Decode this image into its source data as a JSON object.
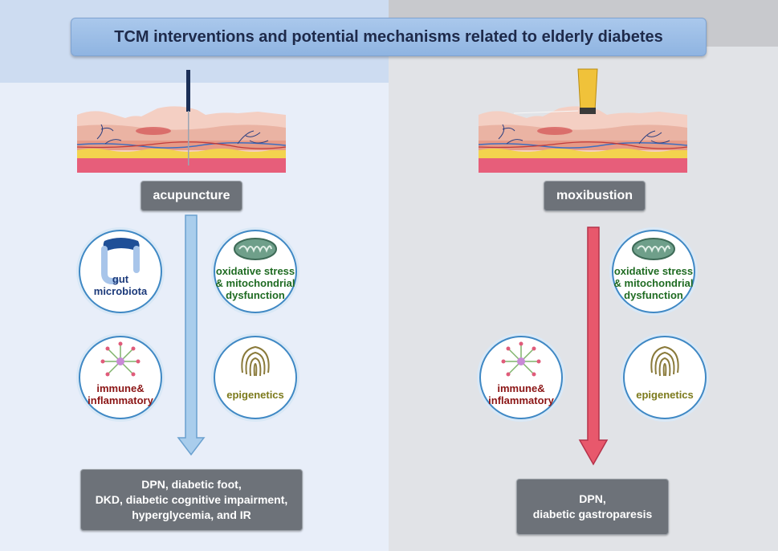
{
  "title": "TCM interventions and potential mechanisms related to elderly diabetes",
  "left": {
    "intervention": "acupuncture",
    "mechanisms": [
      {
        "label": "gut\nmicrobiota",
        "icon": "intestine-icon"
      },
      {
        "label": "oxidative stress\n& mitochondrial\ndysfunction",
        "icon": "mitochondria-icon"
      },
      {
        "label": "immune&\ninflammatory",
        "icon": "immune-cell-icon"
      },
      {
        "label": "epigenetics",
        "icon": "fingerprint-icon"
      }
    ],
    "outcomes": "DPN, diabetic foot,\nDKD, diabetic cognitive impairment,\nhyperglycemia, and IR"
  },
  "right": {
    "intervention": "moxibustion",
    "mechanisms": [
      {
        "label": "oxidative stress\n& mitochondrial\ndysfunction",
        "icon": "mitochondria-icon"
      },
      {
        "label": "immune&\ninflammatory",
        "icon": "immune-cell-icon"
      },
      {
        "label": "epigenetics",
        "icon": "fingerprint-icon"
      }
    ],
    "outcomes": "DPN,\ndiabetic gastroparesis"
  },
  "colors": {
    "left_arrow": "#a9cdec",
    "right_arrow": "#e8586c",
    "gray_box": "#6d7279"
  }
}
